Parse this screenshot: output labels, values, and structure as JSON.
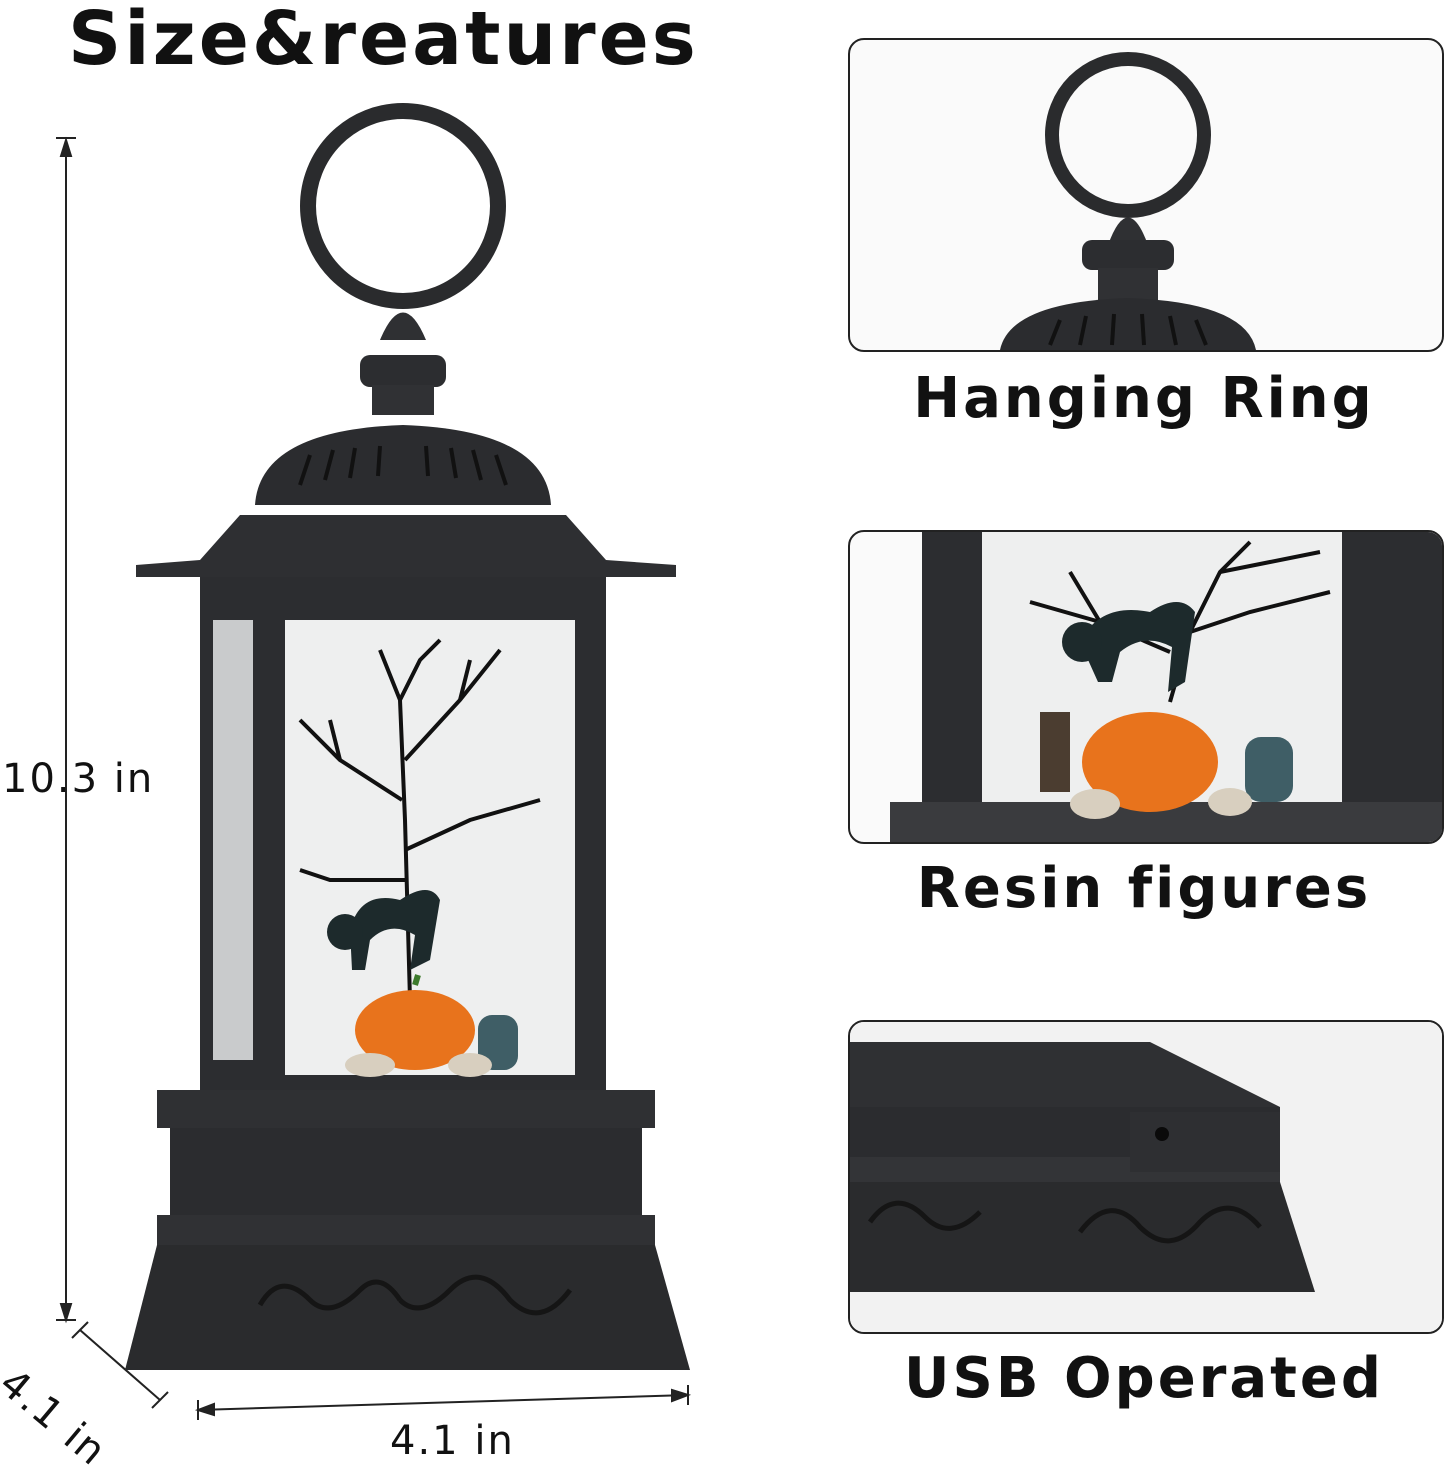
{
  "title": "Size&reatures",
  "dimensions": {
    "height": "10.3 in",
    "depth": "4.1 in",
    "width": "4.1 in"
  },
  "features": [
    {
      "label": "Hanging Ring",
      "icon": "hanging-ring-closeup"
    },
    {
      "label": "Resin figures",
      "icon": "resin-figures-closeup"
    },
    {
      "label": "USB Operated",
      "icon": "usb-port-closeup"
    }
  ],
  "colors": {
    "lantern": "#2a2b2d",
    "pumpkin": "#e8731c",
    "cat": "#1d2a2c"
  }
}
